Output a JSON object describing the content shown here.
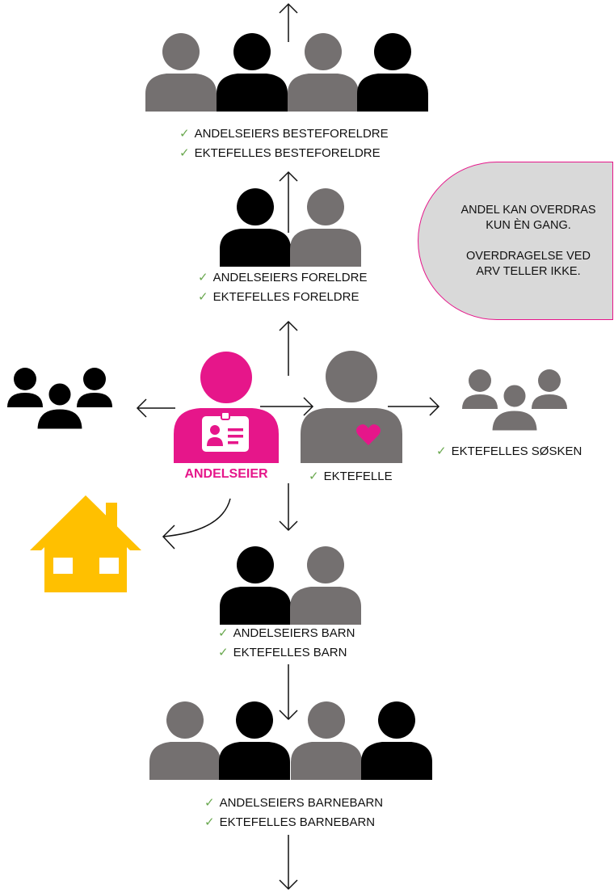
{
  "colors": {
    "black_person": "#000000",
    "grey_person": "#747070",
    "magenta": "#e6168a",
    "heart": "#e6168a",
    "house": "#ffc000",
    "check": "#6aa84f",
    "note_fill": "#d9d9d9"
  },
  "icons": {
    "check": "✓",
    "badge": "id-badge-icon",
    "heart": "heart-icon",
    "house": "house-icon"
  },
  "groups": {
    "grandparents": [
      "Andelseiers besteforeldre",
      "Ektefelles besteforeldre"
    ],
    "parents": [
      "Andelseiers foreldre",
      "Ektefelles foreldre"
    ],
    "children": [
      "Andelseiers barn",
      "Ektefelles barn"
    ],
    "grandchildren": [
      "Andelseiers barnebarn",
      "Ektefelles barnebarn"
    ]
  },
  "labels": {
    "grandparents_1": "ANDELSEIERS BESTEFORELDRE",
    "grandparents_2": "EKTEFELLES BESTEFORELDRE",
    "parents_1": "ANDELSEIERS FORELDRE",
    "parents_2": "EKTEFELLES FORELDRE",
    "owner": "ANDELSEIER",
    "spouse": "EKTEFELLE",
    "spouse_siblings": "EKTEFELLES SØSKEN",
    "children_1": "ANDELSEIERS BARN",
    "children_2": "EKTEFELLES BARN",
    "grandchildren_1": "ANDELSEIERS BARNEBARN",
    "grandchildren_2": "EKTEFELLES BARNEBARN"
  },
  "note": {
    "line1": "ANDEL KAN OVERDRAS",
    "line2": "KUN ÈN GANG.",
    "line3": "OVERDRAGELSE VED",
    "line4": "ARV TELLER IKKE."
  }
}
